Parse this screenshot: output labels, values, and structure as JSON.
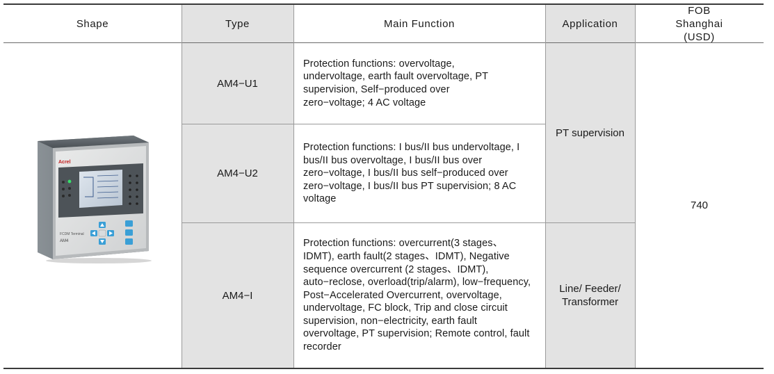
{
  "headers": {
    "shape": "Shape",
    "type": "Type",
    "main_function": "Main Function",
    "application": "Application",
    "price": "FOB Shanghai (USD)"
  },
  "rows": [
    {
      "type": "AM4−U1",
      "main_function": "Protection functions: overvoltage, undervoltage, earth fault overvoltage, PT supervision, Self−produced over zero−voltage; 4 AC voltage"
    },
    {
      "type": "AM4−U2",
      "main_function": "Protection functions: I bus/II bus undervoltage, I bus/II bus overvoltage, I bus/II bus over zero−voltage, I bus/II bus self−produced over zero−voltage, I bus/II bus PT supervision; 8 AC voltage"
    },
    {
      "type": "AM4−I",
      "main_function": "Protection functions: overcurrent(3 stages、IDMT), earth fault(2 stages、IDMT), Negative sequence overcurrent (2 stages、IDMT), auto−reclose, overload(trip/alarm), low−frequency, Post−Accelerated Overcurrent, overvoltage, undervoltage, FC block, Trip and close circuit supervision, non−electricity, earth fault overvoltage, PT supervision; Remote control, fault recorder"
    }
  ],
  "applications": {
    "voltage": "PT supervision",
    "current": "Line/ Feeder/ Transformer"
  },
  "price": "740",
  "device": {
    "brand": "Acrel",
    "model": "AM4",
    "caption": "FCDM Terminal"
  }
}
